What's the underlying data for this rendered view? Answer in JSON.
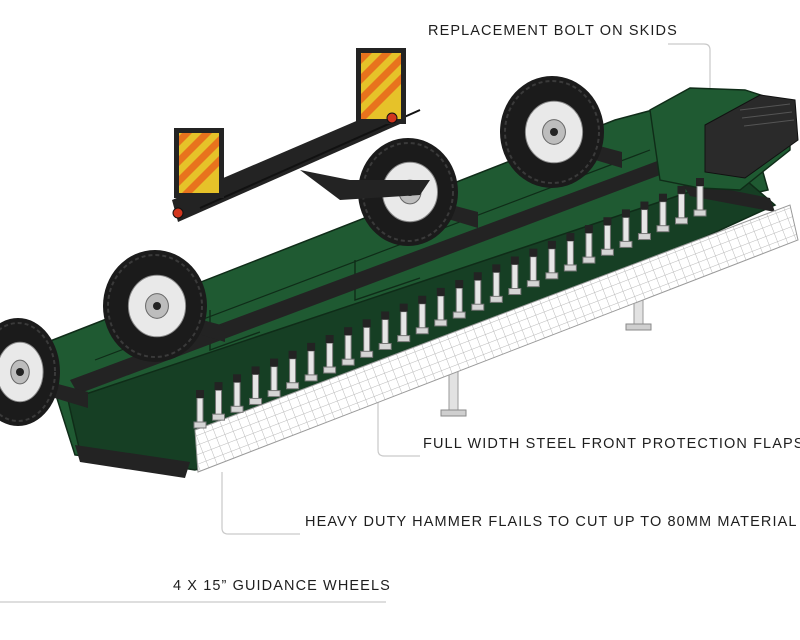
{
  "diagram": {
    "callouts": [
      {
        "id": "skids",
        "text": "REPLACEMENT BOLT ON SKIDS"
      },
      {
        "id": "flaps",
        "text": "FULL WIDTH STEEL FRONT PROTECTION FLAPS"
      },
      {
        "id": "flails",
        "text": "HEAVY DUTY HAMMER FLAILS TO CUT UP TO 80MM MATERIAL"
      },
      {
        "id": "wheels",
        "text": "4 X 15” GUIDANCE WHEELS"
      }
    ],
    "colors": {
      "body_green": "#1f5a32",
      "body_green_dark": "#163f24",
      "frame_black": "#232323",
      "tyre": "#1b1b1b",
      "rim": "#e9e9e9",
      "warning_orange": "#e8731d",
      "warning_yellow": "#e6c229",
      "indicator_red": "#d2361e",
      "flap_grid": "#c4c4c4"
    }
  }
}
